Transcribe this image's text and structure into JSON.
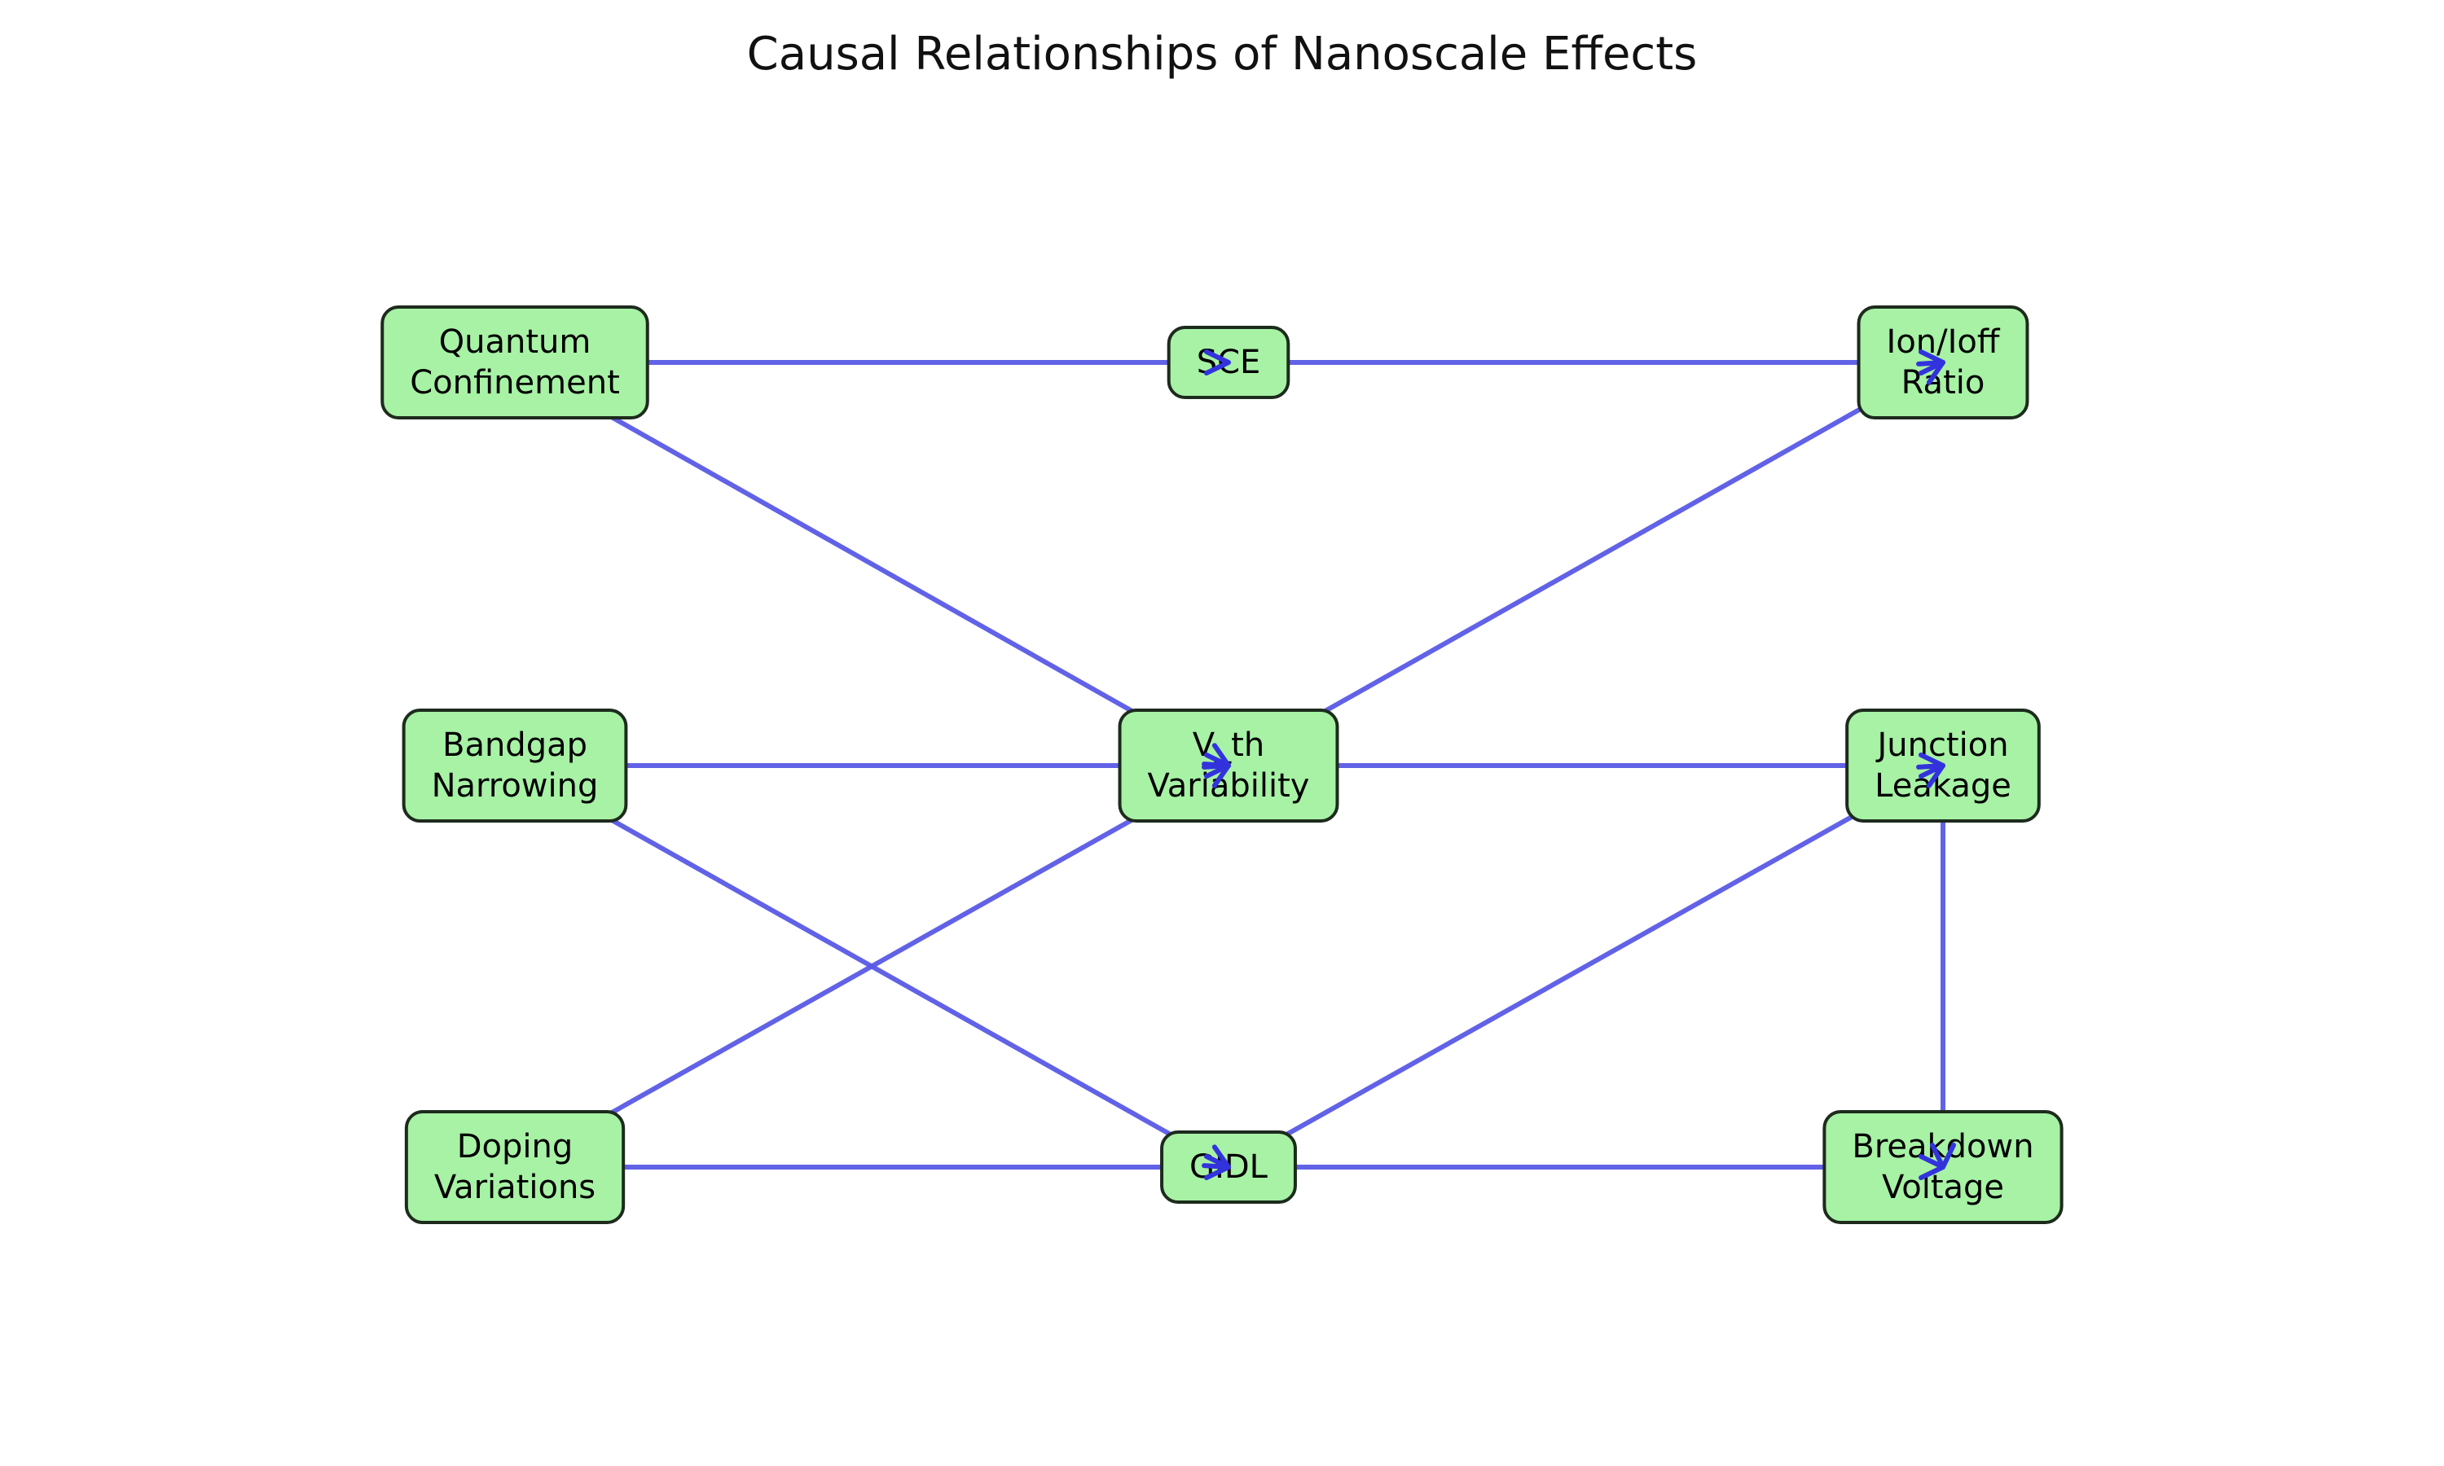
{
  "title": "Causal Relationships of Nanoscale Effects",
  "colors": {
    "node_fill": "#a7f2a5",
    "node_border": "#1d2b1d",
    "edge": "#5a5ae6",
    "arrowhead": "#3333dd"
  },
  "nodes": [
    {
      "id": "qc",
      "lines": [
        "Quantum",
        "Confinement"
      ]
    },
    {
      "id": "sce",
      "lines": [
        "SCE"
      ]
    },
    {
      "id": "ion",
      "lines": [
        "Ion/Ioff",
        "Ratio"
      ]
    },
    {
      "id": "bgn",
      "lines": [
        "Bandgap",
        "Narrowing"
      ]
    },
    {
      "id": "vth",
      "lines": [
        "V_th",
        "Variability"
      ]
    },
    {
      "id": "jl",
      "lines": [
        "Junction",
        "Leakage"
      ]
    },
    {
      "id": "dv",
      "lines": [
        "Doping",
        "Variations"
      ]
    },
    {
      "id": "gidl",
      "lines": [
        "GIDL"
      ]
    },
    {
      "id": "bv",
      "lines": [
        "Breakdown",
        "Voltage"
      ]
    }
  ],
  "edges": [
    {
      "from": "qc",
      "to": "sce"
    },
    {
      "from": "qc",
      "to": "vth"
    },
    {
      "from": "sce",
      "to": "ion"
    },
    {
      "from": "bgn",
      "to": "vth"
    },
    {
      "from": "bgn",
      "to": "gidl"
    },
    {
      "from": "vth",
      "to": "ion"
    },
    {
      "from": "vth",
      "to": "jl"
    },
    {
      "from": "dv",
      "to": "vth"
    },
    {
      "from": "dv",
      "to": "gidl"
    },
    {
      "from": "gidl",
      "to": "jl"
    },
    {
      "from": "gidl",
      "to": "bv"
    },
    {
      "from": "jl",
      "to": "bv"
    }
  ]
}
